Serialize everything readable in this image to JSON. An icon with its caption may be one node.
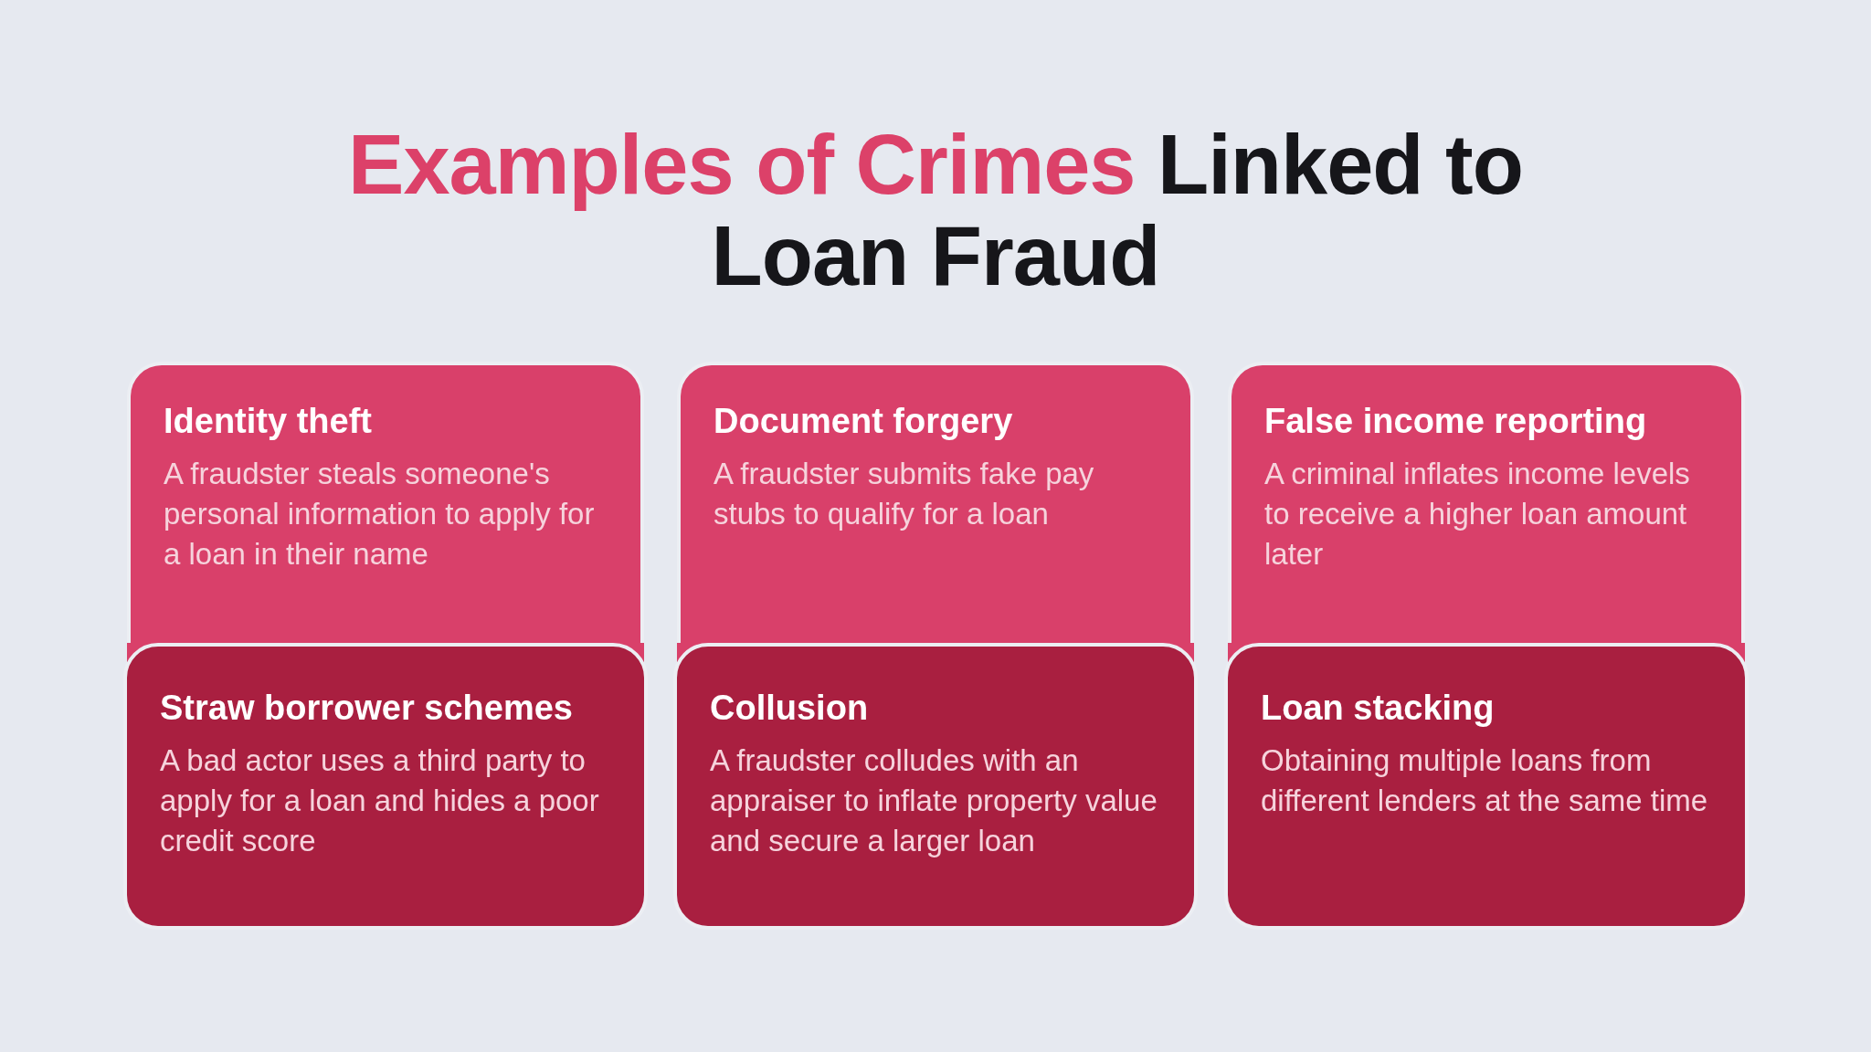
{
  "diagram": {
    "title": "**Examples of Crimes** Linked to Loan Fraud",
    "nodes": [
      {
        "text": [
          "Identity theft",
          "A fraudster steals someone's personal information to apply for a loan in their name"
        ]
      },
      {
        "text": [
          "Document forgery",
          "A fraudster submits fake pay stubs to qualify for a loan"
        ]
      },
      {
        "text": [
          "False income reporting",
          "A criminal inflates income levels to receive a higher loan amount later"
        ]
      },
      {
        "text": [
          "Straw borrower schemes",
          "A bad actor uses a third party to apply for a loan and hides a poor credit score"
        ]
      },
      {
        "text": [
          "Collusion",
          "A fraudster colludes with an appraiser to inflate property value and secure a larger loan"
        ]
      },
      {
        "text": [
          "Loan stacking",
          "Obtaining multiple loans from different lenders at the same time"
        ]
      }
    ]
  }
}
